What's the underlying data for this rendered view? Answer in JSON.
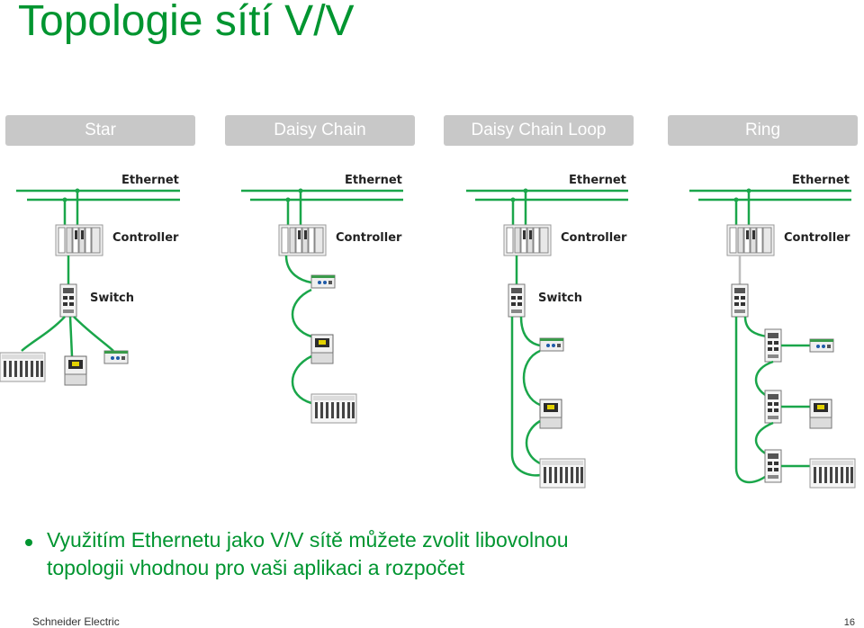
{
  "slide": {
    "title": "Topologie sítí V/V",
    "tabs": [
      "Star",
      "Daisy Chain",
      "Daisy Chain Loop",
      "Ring"
    ],
    "bullet": {
      "line1": "Využitím Ethernetu jako V/V sítě můžete zvolit libovolnou",
      "line2": "topologii vhodnou pro vaši aplikaci a rozpočet"
    },
    "footer": {
      "company": "Schneider Electric",
      "page": "16"
    }
  },
  "diagrams": {
    "ethernet_label": "Ethernet",
    "controller_label": "Controller",
    "switch_label": "Switch"
  },
  "colors": {
    "accent_green": "#009530",
    "network_green": "#1aa64a",
    "tab_gray": "#c8c8c8"
  }
}
